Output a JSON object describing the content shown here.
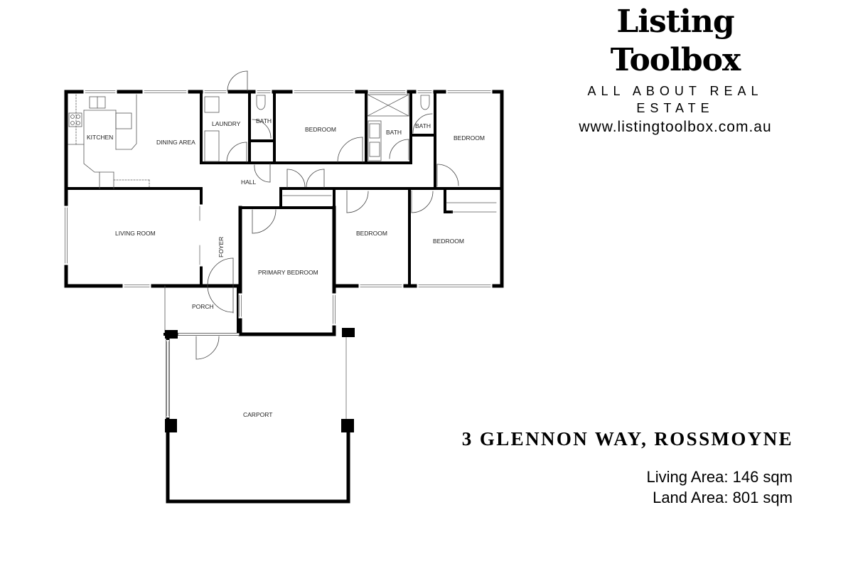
{
  "brand": {
    "title": "Listing Toolbox",
    "tagline": "ALL ABOUT REAL ESTATE",
    "url": "www.listingtoolbox.com.au"
  },
  "property": {
    "address": "3 GLENNON WAY, ROSSMOYNE",
    "living_area": "Living Area: 146 sqm",
    "land_area": "Land Area: 801 sqm"
  },
  "floorplan": {
    "rooms": {
      "kitchen": "KITCHEN",
      "dining": "DINING AREA",
      "laundry": "LAUNDRY",
      "bath1": "BATH",
      "bedroom1": "BEDROOM",
      "bath2": "BATH",
      "bath3": "BATH",
      "bedroom2": "BEDROOM",
      "hall": "HALL",
      "living": "LIVING ROOM",
      "foyer": "FOYER",
      "primary": "PRIMARY BEDROOM",
      "bedroom3": "BEDROOM",
      "bedroom4": "BEDROOM",
      "porch": "PORCH",
      "carport": "CARPORT"
    }
  },
  "colors": {
    "wall": "#000000",
    "line": "#555555",
    "background": "#ffffff"
  }
}
